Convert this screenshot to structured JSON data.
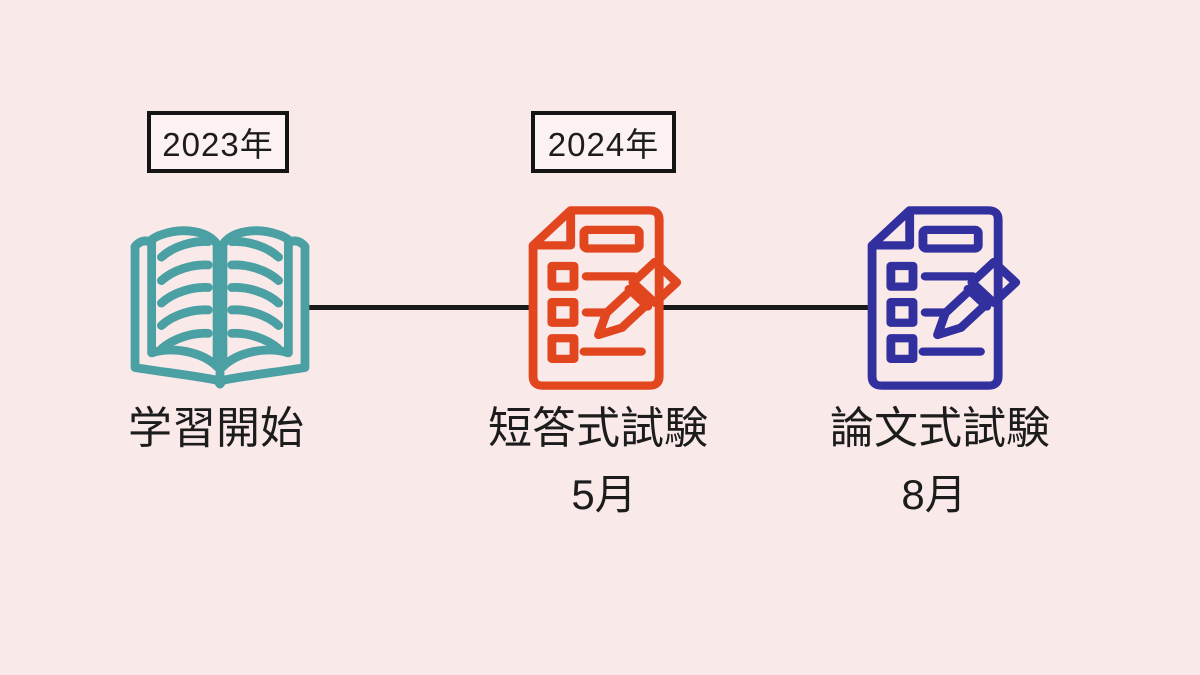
{
  "canvas": {
    "background_color": "#FAE9E9",
    "connector_color": "#1A1A1A"
  },
  "year_badges": [
    {
      "label": "2023年"
    },
    {
      "label": "2024年"
    }
  ],
  "milestones": [
    {
      "icon": "open-book-icon",
      "color": "#4BA0A4",
      "title": "学習開始",
      "month": ""
    },
    {
      "icon": "exam-sheet-pencil-icon",
      "color": "#E2461F",
      "title": "短答式試験",
      "month": "5月"
    },
    {
      "icon": "exam-sheet-pencil-icon",
      "color": "#32309E",
      "title": "論文式試験",
      "month": "8月"
    }
  ]
}
